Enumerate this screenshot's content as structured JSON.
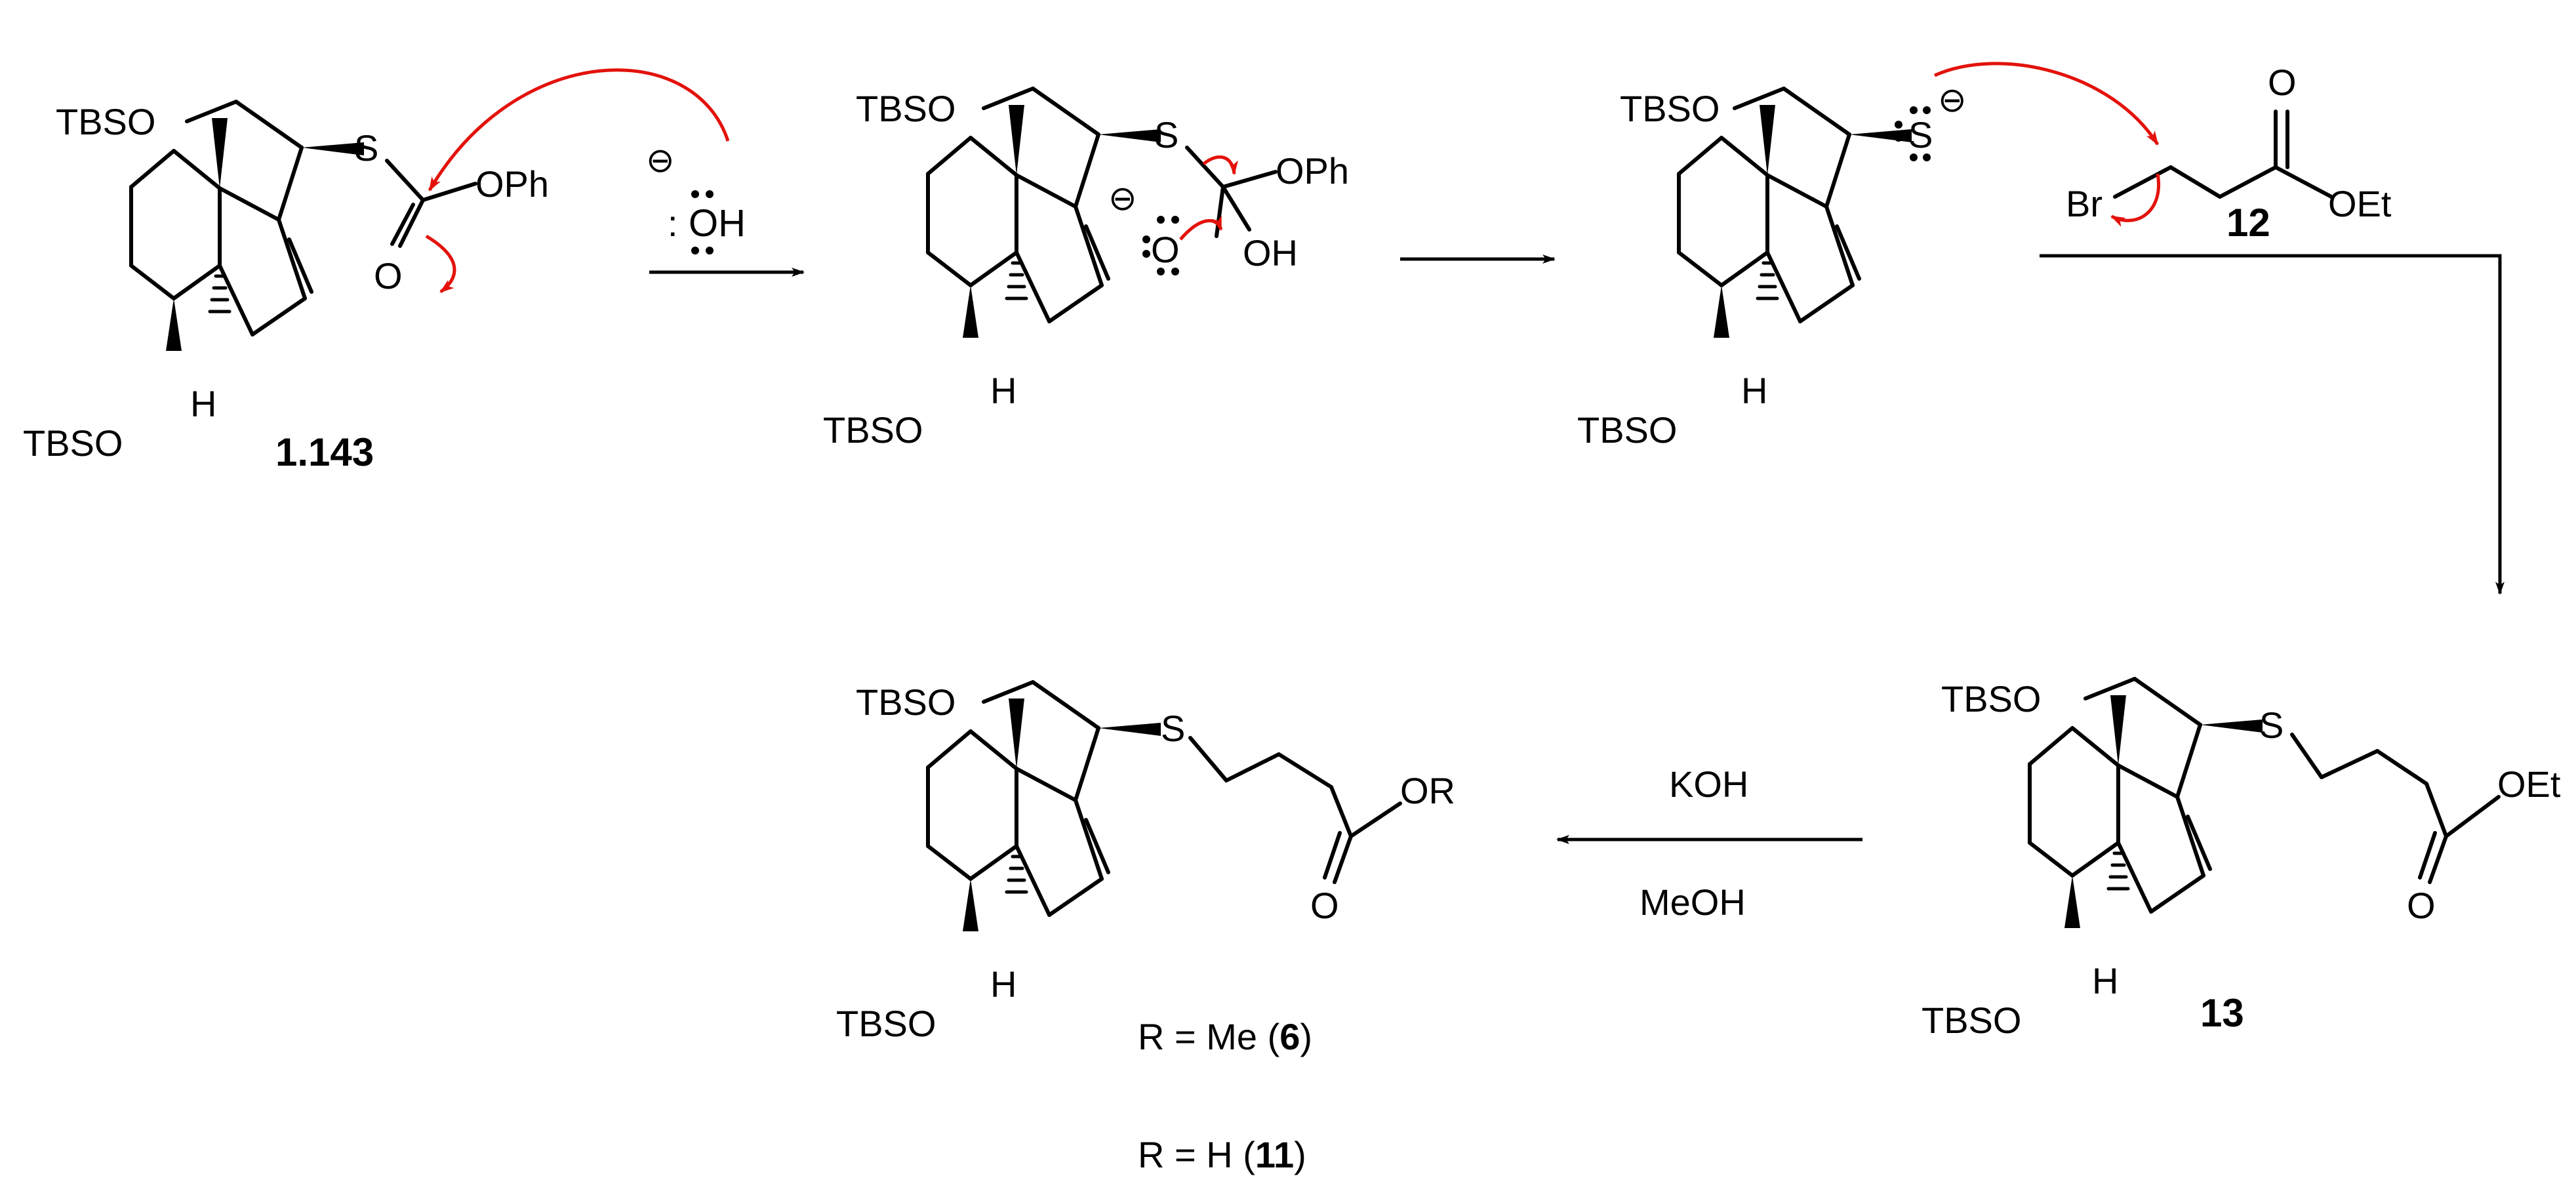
{
  "labels": {
    "tbso": "TBSO",
    "s": "S",
    "h": "H",
    "o": "O",
    "oph": "OPh",
    "oh": "OH",
    "oet": "OEt",
    "or": "OR",
    "br": "Br",
    "neg": "⊖",
    "lone_pair": ":"
  },
  "compounds": {
    "start": "1.143",
    "bromide": "12",
    "thioether": "13"
  },
  "reagents": {
    "base": "KOH",
    "solvent": "MeOH"
  },
  "products": {
    "prefix_me": "R = Me (",
    "num_me": "6",
    "prefix_h": "R = H (",
    "num_h": "11",
    "suffix": ")"
  },
  "colors": {
    "bonds": "#000000",
    "mechanism_arrows": "#e3120b"
  }
}
